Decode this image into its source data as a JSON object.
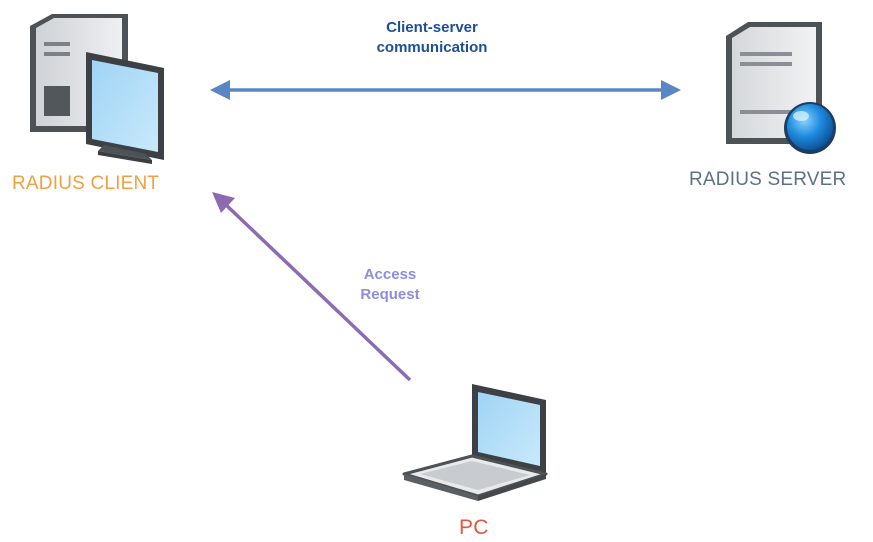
{
  "nodes": {
    "radius_client": {
      "label": "RADIUS CLIENT",
      "color": "#f0a043",
      "icon": "desktop-computer-icon"
    },
    "radius_server": {
      "label": "RADIUS SERVER",
      "color": "#5b7186",
      "icon": "server-with-globe-icon"
    },
    "pc": {
      "label": "PC",
      "color": "#e8533f",
      "icon": "laptop-icon"
    }
  },
  "edges": {
    "client_server": {
      "label_line1": "Client-server",
      "label_line2": "communication",
      "color": "#5a86c6",
      "label_color": "#1e4f95",
      "direction": "bidirectional"
    },
    "access_request": {
      "label_line1": "Access",
      "label_line2": "Request",
      "color": "#8c6bb3",
      "label_color": "#8d8de0",
      "direction": "pc-to-client"
    }
  }
}
